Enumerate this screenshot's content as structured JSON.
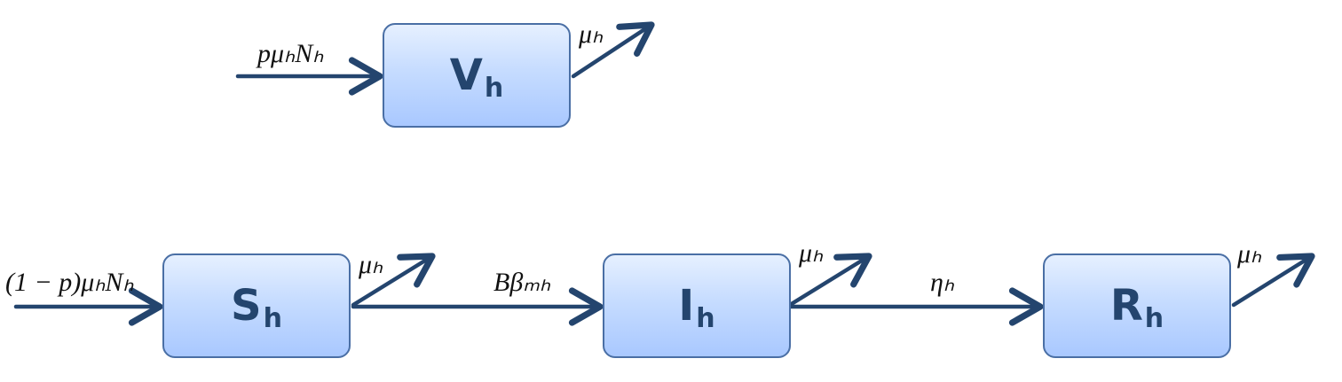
{
  "compartments": [
    {
      "id": "V",
      "main": "V",
      "sub": "h"
    },
    {
      "id": "S",
      "main": "S",
      "sub": "h"
    },
    {
      "id": "I",
      "main": "I",
      "sub": "h"
    },
    {
      "id": "R",
      "main": "R",
      "sub": "h"
    }
  ],
  "labels": {
    "vacc_inflow": "pμₕNₕ",
    "vacc_death": "μₕ",
    "susc_inflow": "(1 − p)μₕNₕ",
    "susc_death": "μₕ",
    "infection": "Bβₘₕ",
    "inf_death": "μₕ",
    "recovery": "ηₕ",
    "rec_death": "μₕ"
  },
  "colors": {
    "arrow": "#24456e",
    "box_border": "#4a6fa5",
    "box_fill_top": "#e6f0ff",
    "box_fill_bottom": "#a9c8ff",
    "box_text": "#24456e"
  }
}
